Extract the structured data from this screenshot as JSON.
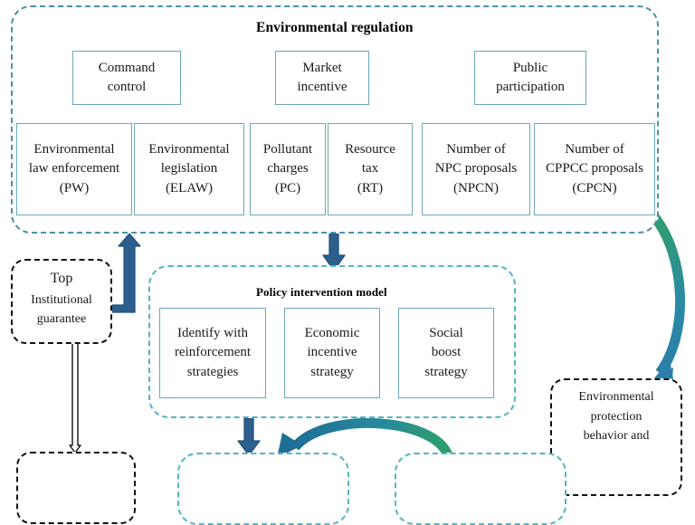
{
  "figure": {
    "regions": {
      "environmental_regulation": {
        "title": "Environmental regulation",
        "parents": [
          {
            "id": "command-control",
            "lines": [
              "Command",
              "control"
            ]
          },
          {
            "id": "market-incentive",
            "lines": [
              "Market",
              "incentive"
            ]
          },
          {
            "id": "public-participation",
            "lines": [
              "Public",
              "participation"
            ]
          }
        ],
        "indicators": [
          {
            "id": "pw",
            "lines": [
              "Environmental",
              "law enforcement",
              "(PW)"
            ]
          },
          {
            "id": "elaw",
            "lines": [
              "Environmental",
              "legislation",
              "(ELAW)"
            ]
          },
          {
            "id": "pc",
            "lines": [
              "Pollutant",
              "charges",
              "(PC)"
            ]
          },
          {
            "id": "rt",
            "lines": [
              "Resource",
              "tax",
              "(RT)"
            ]
          },
          {
            "id": "npcn",
            "lines": [
              "Number of",
              "NPC proposals",
              "(NPCN)"
            ]
          },
          {
            "id": "cpcn",
            "lines": [
              "Number of",
              "CPPCC proposals",
              "(CPCN)"
            ]
          }
        ]
      },
      "policy_intervention": {
        "title": "Policy intervention model",
        "strategies": [
          {
            "id": "identify-reinforcement",
            "lines": [
              "Identify with",
              "reinforcement",
              "strategies"
            ]
          },
          {
            "id": "economic-incentive",
            "lines": [
              "Economic",
              "incentive",
              "strategy"
            ]
          },
          {
            "id": "social-boost",
            "lines": [
              "Social",
              "boost",
              "strategy"
            ]
          }
        ]
      }
    },
    "nodes": {
      "top_institutional_guarantee": {
        "lines": [
          "Top",
          "Institutional",
          "guarantee"
        ]
      },
      "environmental_protection_behavior": {
        "lines": [
          "Environmental",
          "protection",
          "behavior and"
        ]
      }
    },
    "colors": {
      "region_border": "#4a90ab",
      "region_border_teal": "#56b3c4",
      "node_border_black": "#111111",
      "box_border": "#6ea7b8",
      "arrow_thin": "#2f7fb5",
      "arrow_thick_blue": "#1f4e79",
      "curve_gradient_start": "#2e9e6b",
      "curve_gradient_end": "#2b7fa8",
      "background": "#ffffff",
      "text": "#1a1a1a"
    }
  }
}
